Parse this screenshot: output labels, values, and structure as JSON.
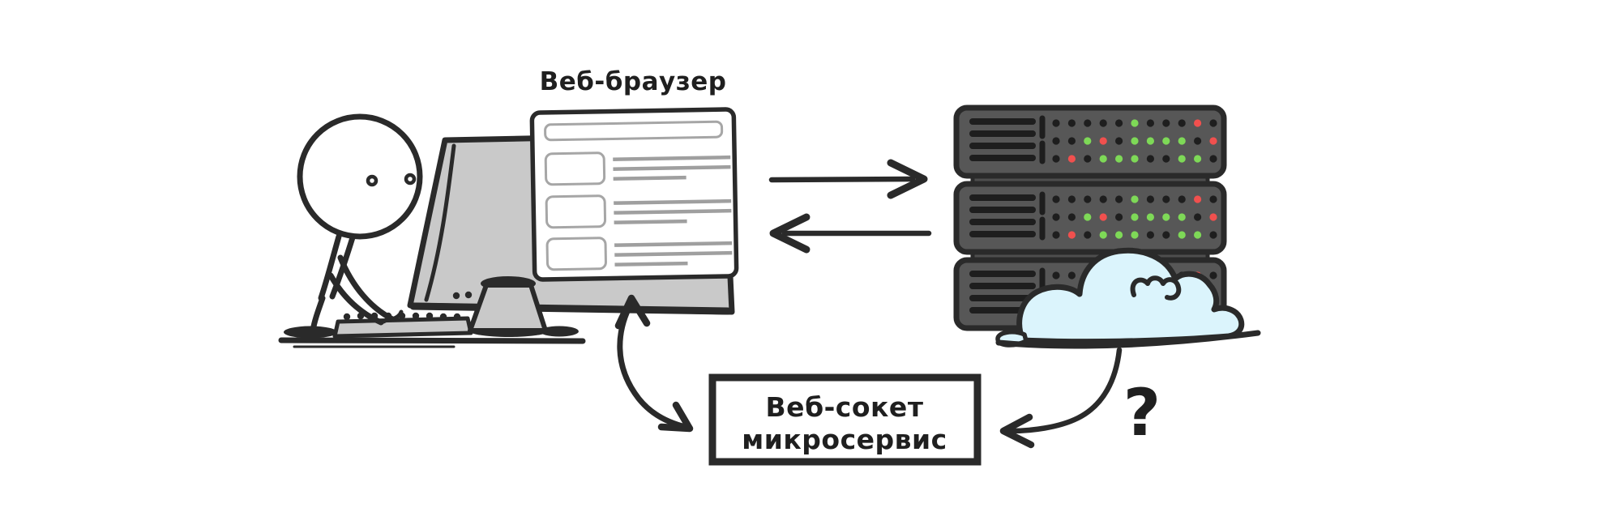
{
  "labels": {
    "browser_title": "Веб-браузер",
    "microservice_line1": "Веб-сокет",
    "microservice_line2": "микросервис",
    "question_mark": "?"
  },
  "colors": {
    "ink": "#2a2a2a",
    "background": "#ffffff",
    "device_gray": "#c9c9c9",
    "server_body": "#575757",
    "server_connector": "#4e4e4e",
    "server_border": "#2a2a2a",
    "vent_dark": "#1e1e1e",
    "led_off": "#1e1e1e",
    "led_green": "#7ed957",
    "led_red": "#f1504e",
    "cloud_fill": "#dbf4fc",
    "browser_detail_gray": "#a6a6a6",
    "text_line_gray": "#9f9f9f"
  },
  "server_rack": {
    "units": 3,
    "led_rows": [
      [
        "off",
        "off",
        "off",
        "off",
        "off",
        "green",
        "off",
        "off",
        "off",
        "red",
        "off"
      ],
      [
        "off",
        "off",
        "green",
        "red",
        "off",
        "green",
        "green",
        "green",
        "green",
        "off",
        "red"
      ],
      [
        "off",
        "red",
        "off",
        "green",
        "green",
        "green",
        "off",
        "off",
        "green",
        "green",
        "off"
      ]
    ]
  },
  "browser_window": {
    "list_items": 3,
    "lines_per_item": 3
  }
}
